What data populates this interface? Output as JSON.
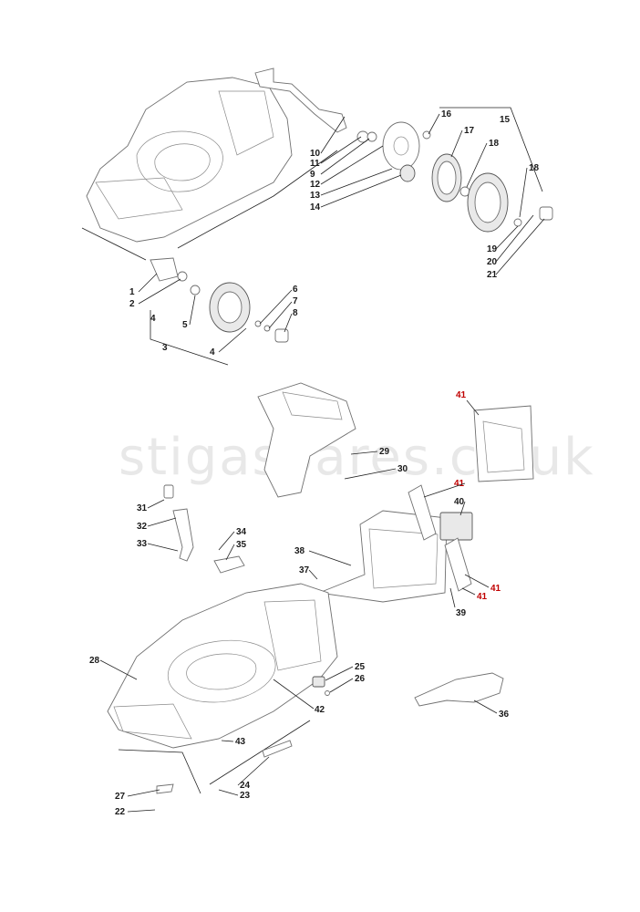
{
  "watermark": "stigaspares.co.uk",
  "colors": {
    "callout": "#1a1a1a",
    "callout_highlight": "#c00000",
    "line_art": "#6f6f6f"
  },
  "top_assembly": {
    "callouts": [
      "1",
      "2",
      "3",
      "4",
      "4",
      "5",
      "6",
      "7",
      "8",
      "9",
      "10",
      "11",
      "12",
      "13",
      "14",
      "15",
      "16",
      "17",
      "18",
      "18",
      "19",
      "20",
      "21"
    ]
  },
  "bottom_assembly": {
    "callouts": [
      "22",
      "23",
      "23",
      "24",
      "25",
      "26",
      "27",
      "28",
      "29",
      "30",
      "31",
      "32",
      "33",
      "34",
      "35",
      "36",
      "37",
      "38",
      "39",
      "40",
      "41",
      "41",
      "41",
      "41",
      "42",
      "43"
    ]
  },
  "highlighted_callouts": [
    "41"
  ]
}
